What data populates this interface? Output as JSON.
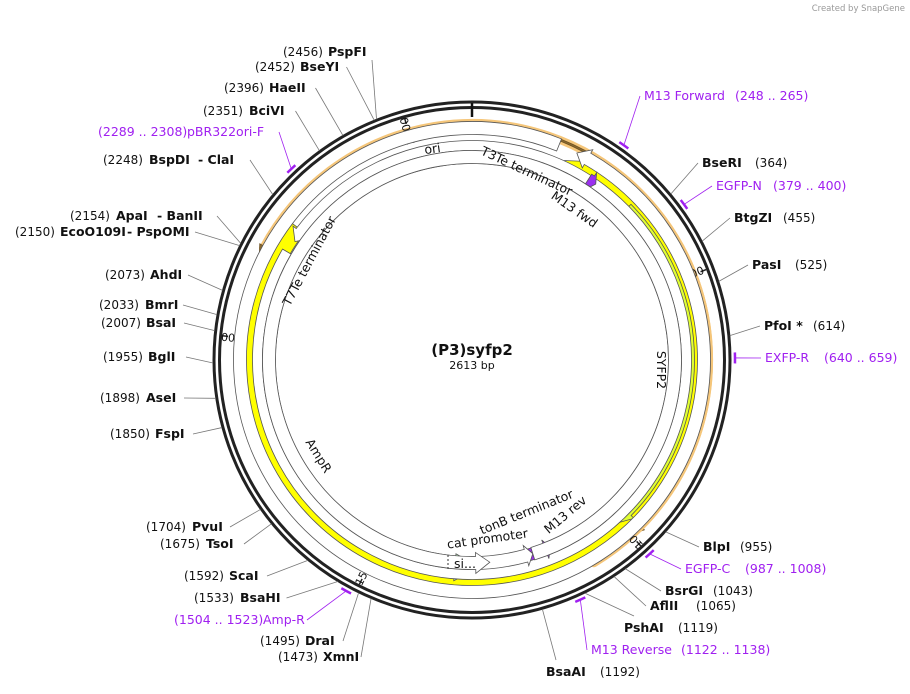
{
  "credit": "Created by SnapGene",
  "plasmid": {
    "name": "(P3)syfp2",
    "length_label": "2613 bp",
    "length": 2613
  },
  "ticks": [
    "500",
    "1000",
    "1500",
    "2000",
    "2500"
  ],
  "colors": {
    "ring": "#222222",
    "primer": "#a020f0",
    "ori": "#ffff00",
    "syfp2": "#e0ff33",
    "ampr": "#ccffcc",
    "highlight": "#f5c67a",
    "m13": "#9b30f0"
  },
  "features": [
    {
      "label": "ori",
      "start": 2230,
      "end": 181,
      "direction": "ccw",
      "color": "#ffff00"
    },
    {
      "label": "SYFP2",
      "start": 331,
      "end": 1026,
      "direction": "cw",
      "color": "#e0ff33"
    },
    {
      "label": "AmpR",
      "start": 2141,
      "end": 1290,
      "direction": "ccw",
      "color": "#ccffcc",
      "sub_label": "si..."
    },
    {
      "label": "T3Te terminator",
      "start": 160,
      "end": 195,
      "direction": "ccw",
      "color": "#ffffff"
    },
    {
      "label": "T7Te terminator",
      "start": 2180,
      "end": 2205,
      "direction": "ccw",
      "color": "#ffffff"
    },
    {
      "label": "M13 fwd",
      "start": 238,
      "end": 255,
      "direction": "cw",
      "color": "#9b30f0"
    },
    {
      "label": "M13 rev",
      "start": 1125,
      "end": 1142,
      "direction": "ccw",
      "color": "#9b30f0"
    },
    {
      "label": "tonB terminator",
      "start": 1150,
      "end": 1180,
      "direction": "ccw",
      "color": "#ffffff"
    },
    {
      "label": "cat promoter",
      "start": 1180,
      "end": 1270,
      "direction": "ccw",
      "color": "#ffffff"
    },
    {
      "start": 203,
      "end": 995,
      "direction": "cw",
      "color": "#f5c67a"
    },
    {
      "start": 1082,
      "end": 2150,
      "direction": "ccw",
      "color": "#f5c67a"
    }
  ],
  "sites": [
    {
      "name": "PspFI",
      "pos": "(2456)",
      "bp": 2456
    },
    {
      "name": "BseYI",
      "pos": "(2452)",
      "bp": 2452
    },
    {
      "name": "HaeII",
      "pos": "(2396)",
      "bp": 2396
    },
    {
      "name": "BciVI",
      "pos": "(2351)",
      "bp": 2351
    },
    {
      "name": "BspDI",
      "name2": "- ClaI",
      "pos": "(2248)",
      "bp": 2248
    },
    {
      "name": "ApaI",
      "name2": "- BanII",
      "pos": "(2154)",
      "bp": 2154
    },
    {
      "name": "EcoO109I",
      "name2": "- PspOMI",
      "pos": "(2150)",
      "bp": 2150
    },
    {
      "name": "AhdI",
      "pos": "(2073)",
      "bp": 2073
    },
    {
      "name": "BmrI",
      "pos": "(2033)",
      "bp": 2033
    },
    {
      "name": "BsaI",
      "pos": "(2007)",
      "bp": 2007
    },
    {
      "name": "BglI",
      "pos": "(1955)",
      "bp": 1955
    },
    {
      "name": "AseI",
      "pos": "(1898)",
      "bp": 1898
    },
    {
      "name": "FspI",
      "pos": "(1850)",
      "bp": 1850
    },
    {
      "name": "PvuI",
      "pos": "(1704)",
      "bp": 1704
    },
    {
      "name": "TsoI",
      "pos": "(1675)",
      "bp": 1675
    },
    {
      "name": "ScaI",
      "pos": "(1592)",
      "bp": 1592
    },
    {
      "name": "BsaHI",
      "pos": "(1533)",
      "bp": 1533
    },
    {
      "name": "DraI",
      "pos": "(1495)",
      "bp": 1495
    },
    {
      "name": "XmnI",
      "pos": "(1473)",
      "bp": 1473
    },
    {
      "name": "BseRI",
      "pos": "(364)",
      "bp": 364
    },
    {
      "name": "BtgZI",
      "pos": "(455)",
      "bp": 455
    },
    {
      "name": "PasI",
      "pos": "(525)",
      "bp": 525
    },
    {
      "name": "PfoI *",
      "pos": "(614)",
      "bp": 614
    },
    {
      "name": "BlpI",
      "pos": "(955)",
      "bp": 955
    },
    {
      "name": "BsrGI",
      "pos": "(1043)",
      "bp": 1043
    },
    {
      "name": "AflII",
      "pos": "(1065)",
      "bp": 1065
    },
    {
      "name": "PshAI",
      "pos": "(1119)",
      "bp": 1119
    },
    {
      "name": "BsaAI",
      "pos": "(1192)",
      "bp": 1192
    }
  ],
  "primers": [
    {
      "name": "pBR322ori-F",
      "range": "(2289 .. 2308)",
      "bp": 2298
    },
    {
      "name": "Amp-R",
      "range": "(1504 .. 1523)",
      "bp": 1514
    },
    {
      "name": "M13 Forward",
      "range": "(248 .. 265)",
      "bp": 256
    },
    {
      "name": "EGFP-N",
      "range": "(379 .. 400)",
      "bp": 390
    },
    {
      "name": "EXFP-R",
      "range": "(640 .. 659)",
      "bp": 650
    },
    {
      "name": "EGFP-C",
      "range": "(987 .. 1008)",
      "bp": 998
    },
    {
      "name": "M13 Reverse",
      "range": "(1122 .. 1138)",
      "bp": 1130
    }
  ]
}
